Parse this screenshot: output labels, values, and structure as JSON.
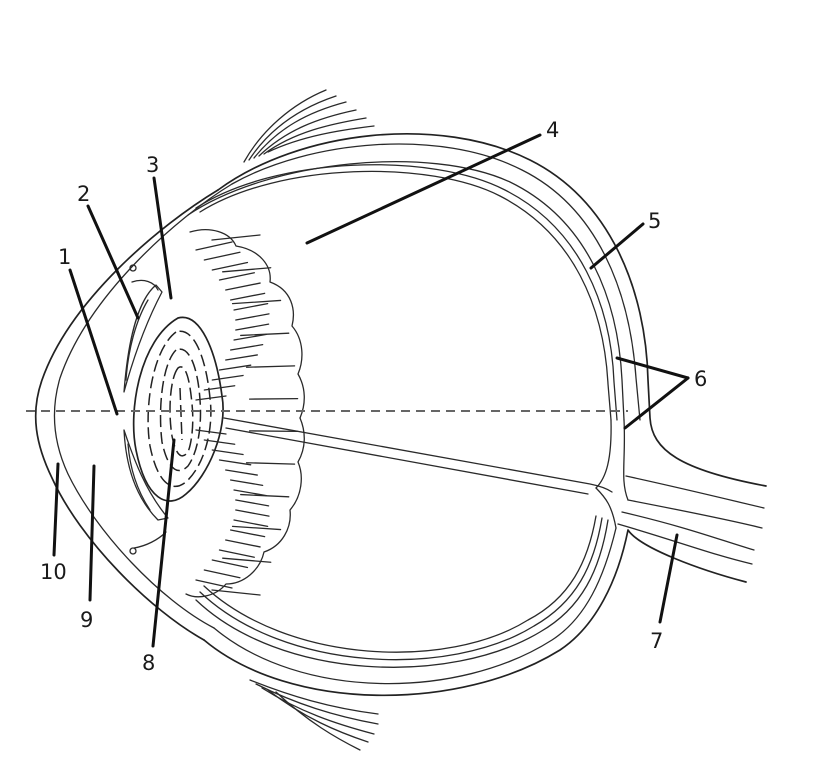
{
  "labels": {
    "l1": "1",
    "l2": "2",
    "l3": "3",
    "l4": "4",
    "l5": "5",
    "l6": "6",
    "l7": "7",
    "l8": "8",
    "l9": "9",
    "l10": "10"
  },
  "colors": {
    "line": "#222222",
    "axis": "#666666",
    "background": "#ffffff"
  }
}
